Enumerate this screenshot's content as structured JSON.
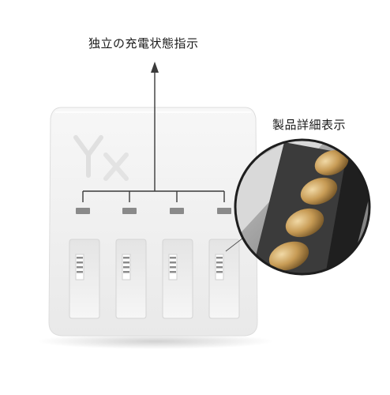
{
  "labels": {
    "indicator": "独立の充電状態指示",
    "detail": "製品詳細表示"
  },
  "logo": {
    "text": "Yx"
  },
  "device": {
    "body_color": "#f3f3f3",
    "led_color": "#8a8a8a",
    "contact_color": "#b08a45",
    "slot_count": 4
  }
}
